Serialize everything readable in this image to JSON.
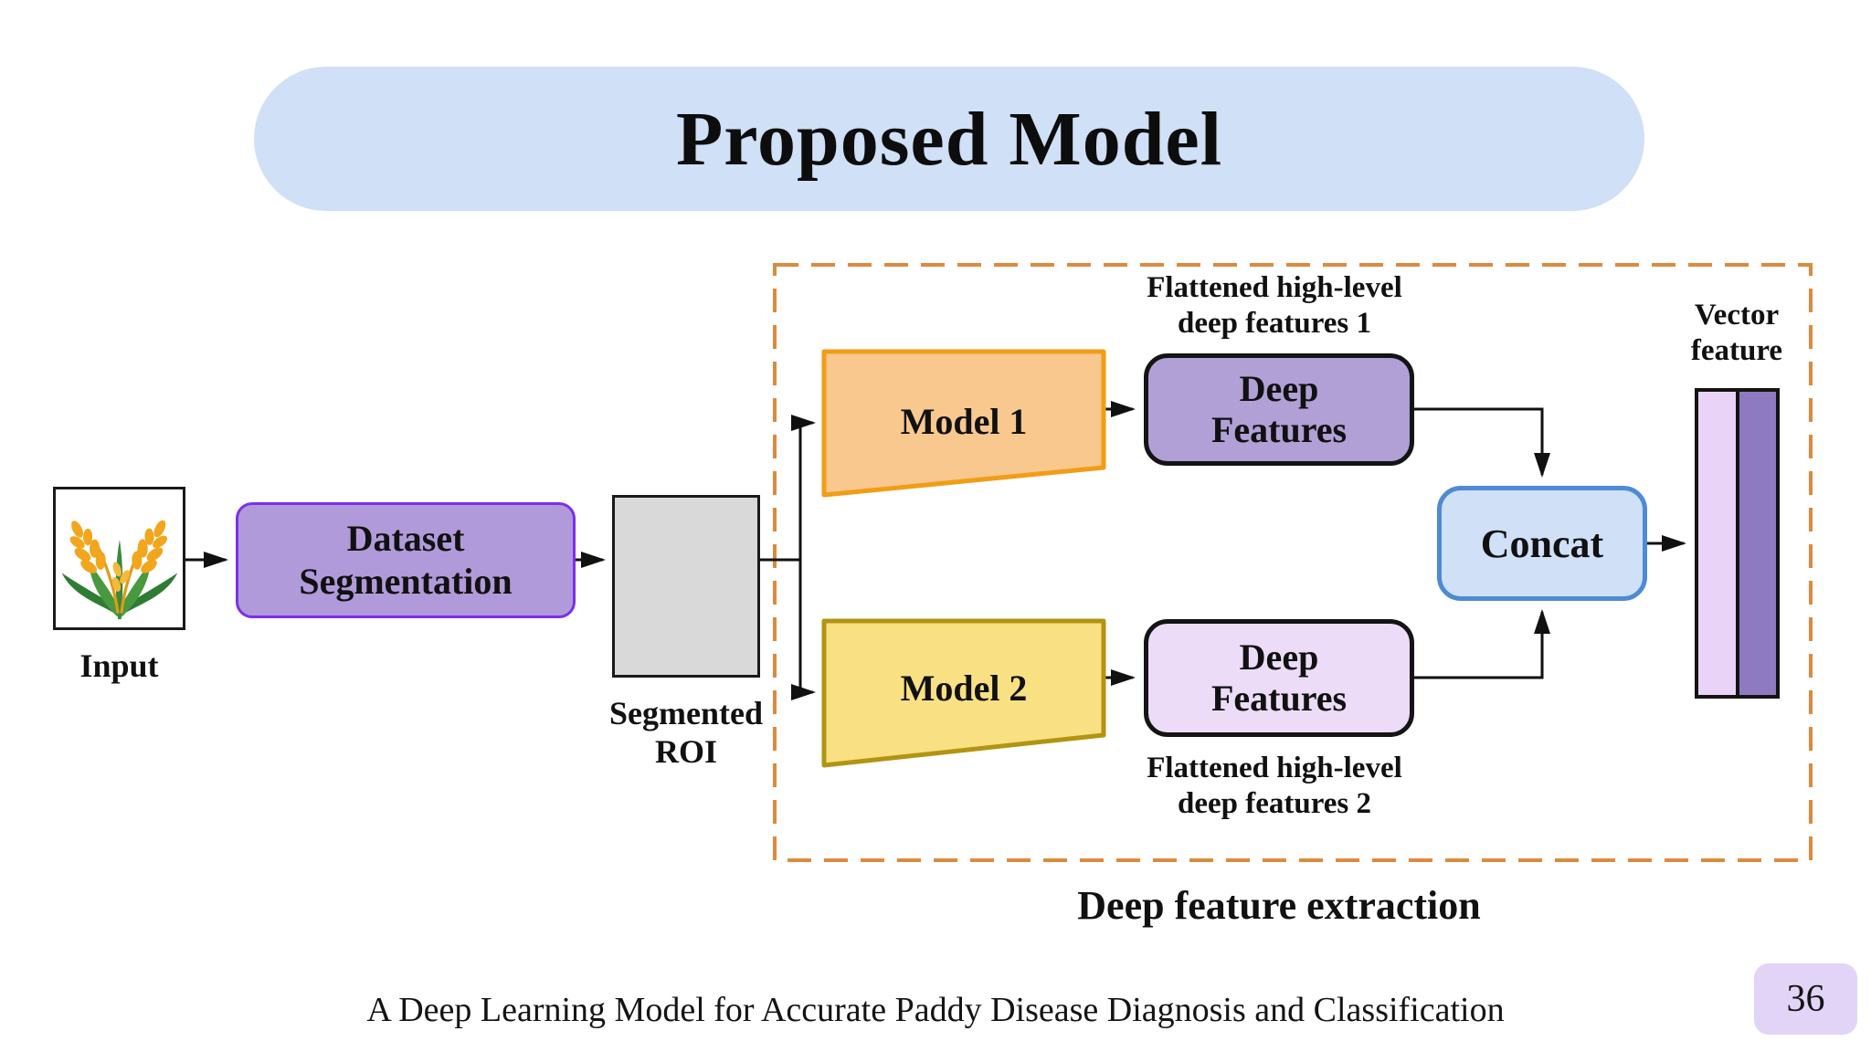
{
  "title": "Proposed Model",
  "nodes": {
    "input": {
      "label": "Input"
    },
    "dataset_segmentation": {
      "line1": "Dataset",
      "line2": "Segmentation"
    },
    "segmented_roi": {
      "line1": "Segmented",
      "line2": "ROI"
    },
    "model1": {
      "label": "Model 1"
    },
    "model2": {
      "label": "Model 2"
    },
    "deep_features_1": {
      "line1": "Deep",
      "line2": "Features"
    },
    "deep_features_2": {
      "line1": "Deep",
      "line2": "Features"
    },
    "concat": {
      "label": "Concat"
    }
  },
  "labels": {
    "flattened1": {
      "line1": "Flattened high-level",
      "line2": "deep features 1"
    },
    "flattened2": {
      "line1": "Flattened high-level",
      "line2": "deep features 2"
    },
    "vector_feature": {
      "line1": "Vector",
      "line2": "feature"
    },
    "section": "Deep feature extraction"
  },
  "footer": {
    "text": "A Deep Learning Model for Accurate Paddy Disease Diagnosis and Classification",
    "page_number": "36"
  },
  "icons": {
    "input_image": "paddy-plant-icon"
  },
  "colors": {
    "title_pill": "#cfe0f7",
    "dataset_fill": "#b19ad9",
    "dataset_border": "#7e2fe8",
    "roi_fill": "#d9d9d9",
    "model1_fill": "#f8c88e",
    "model1_border": "#f29d16",
    "model2_fill": "#f9e083",
    "model2_border": "#b39412",
    "deep_features1_fill": "#b0a0d6",
    "deep_features2_fill": "#ecdcf8",
    "concat_fill": "#cfe0f7",
    "concat_border": "#4e8ad5",
    "vector_bar_light": "#e9d3f7",
    "vector_bar_dark": "#8e7ac0",
    "dashed_container": "#dc8a3e",
    "page_badge": "#e2d4f7",
    "wheat_gold": "#f1a61e",
    "leaf_green": "#2f7c33"
  }
}
